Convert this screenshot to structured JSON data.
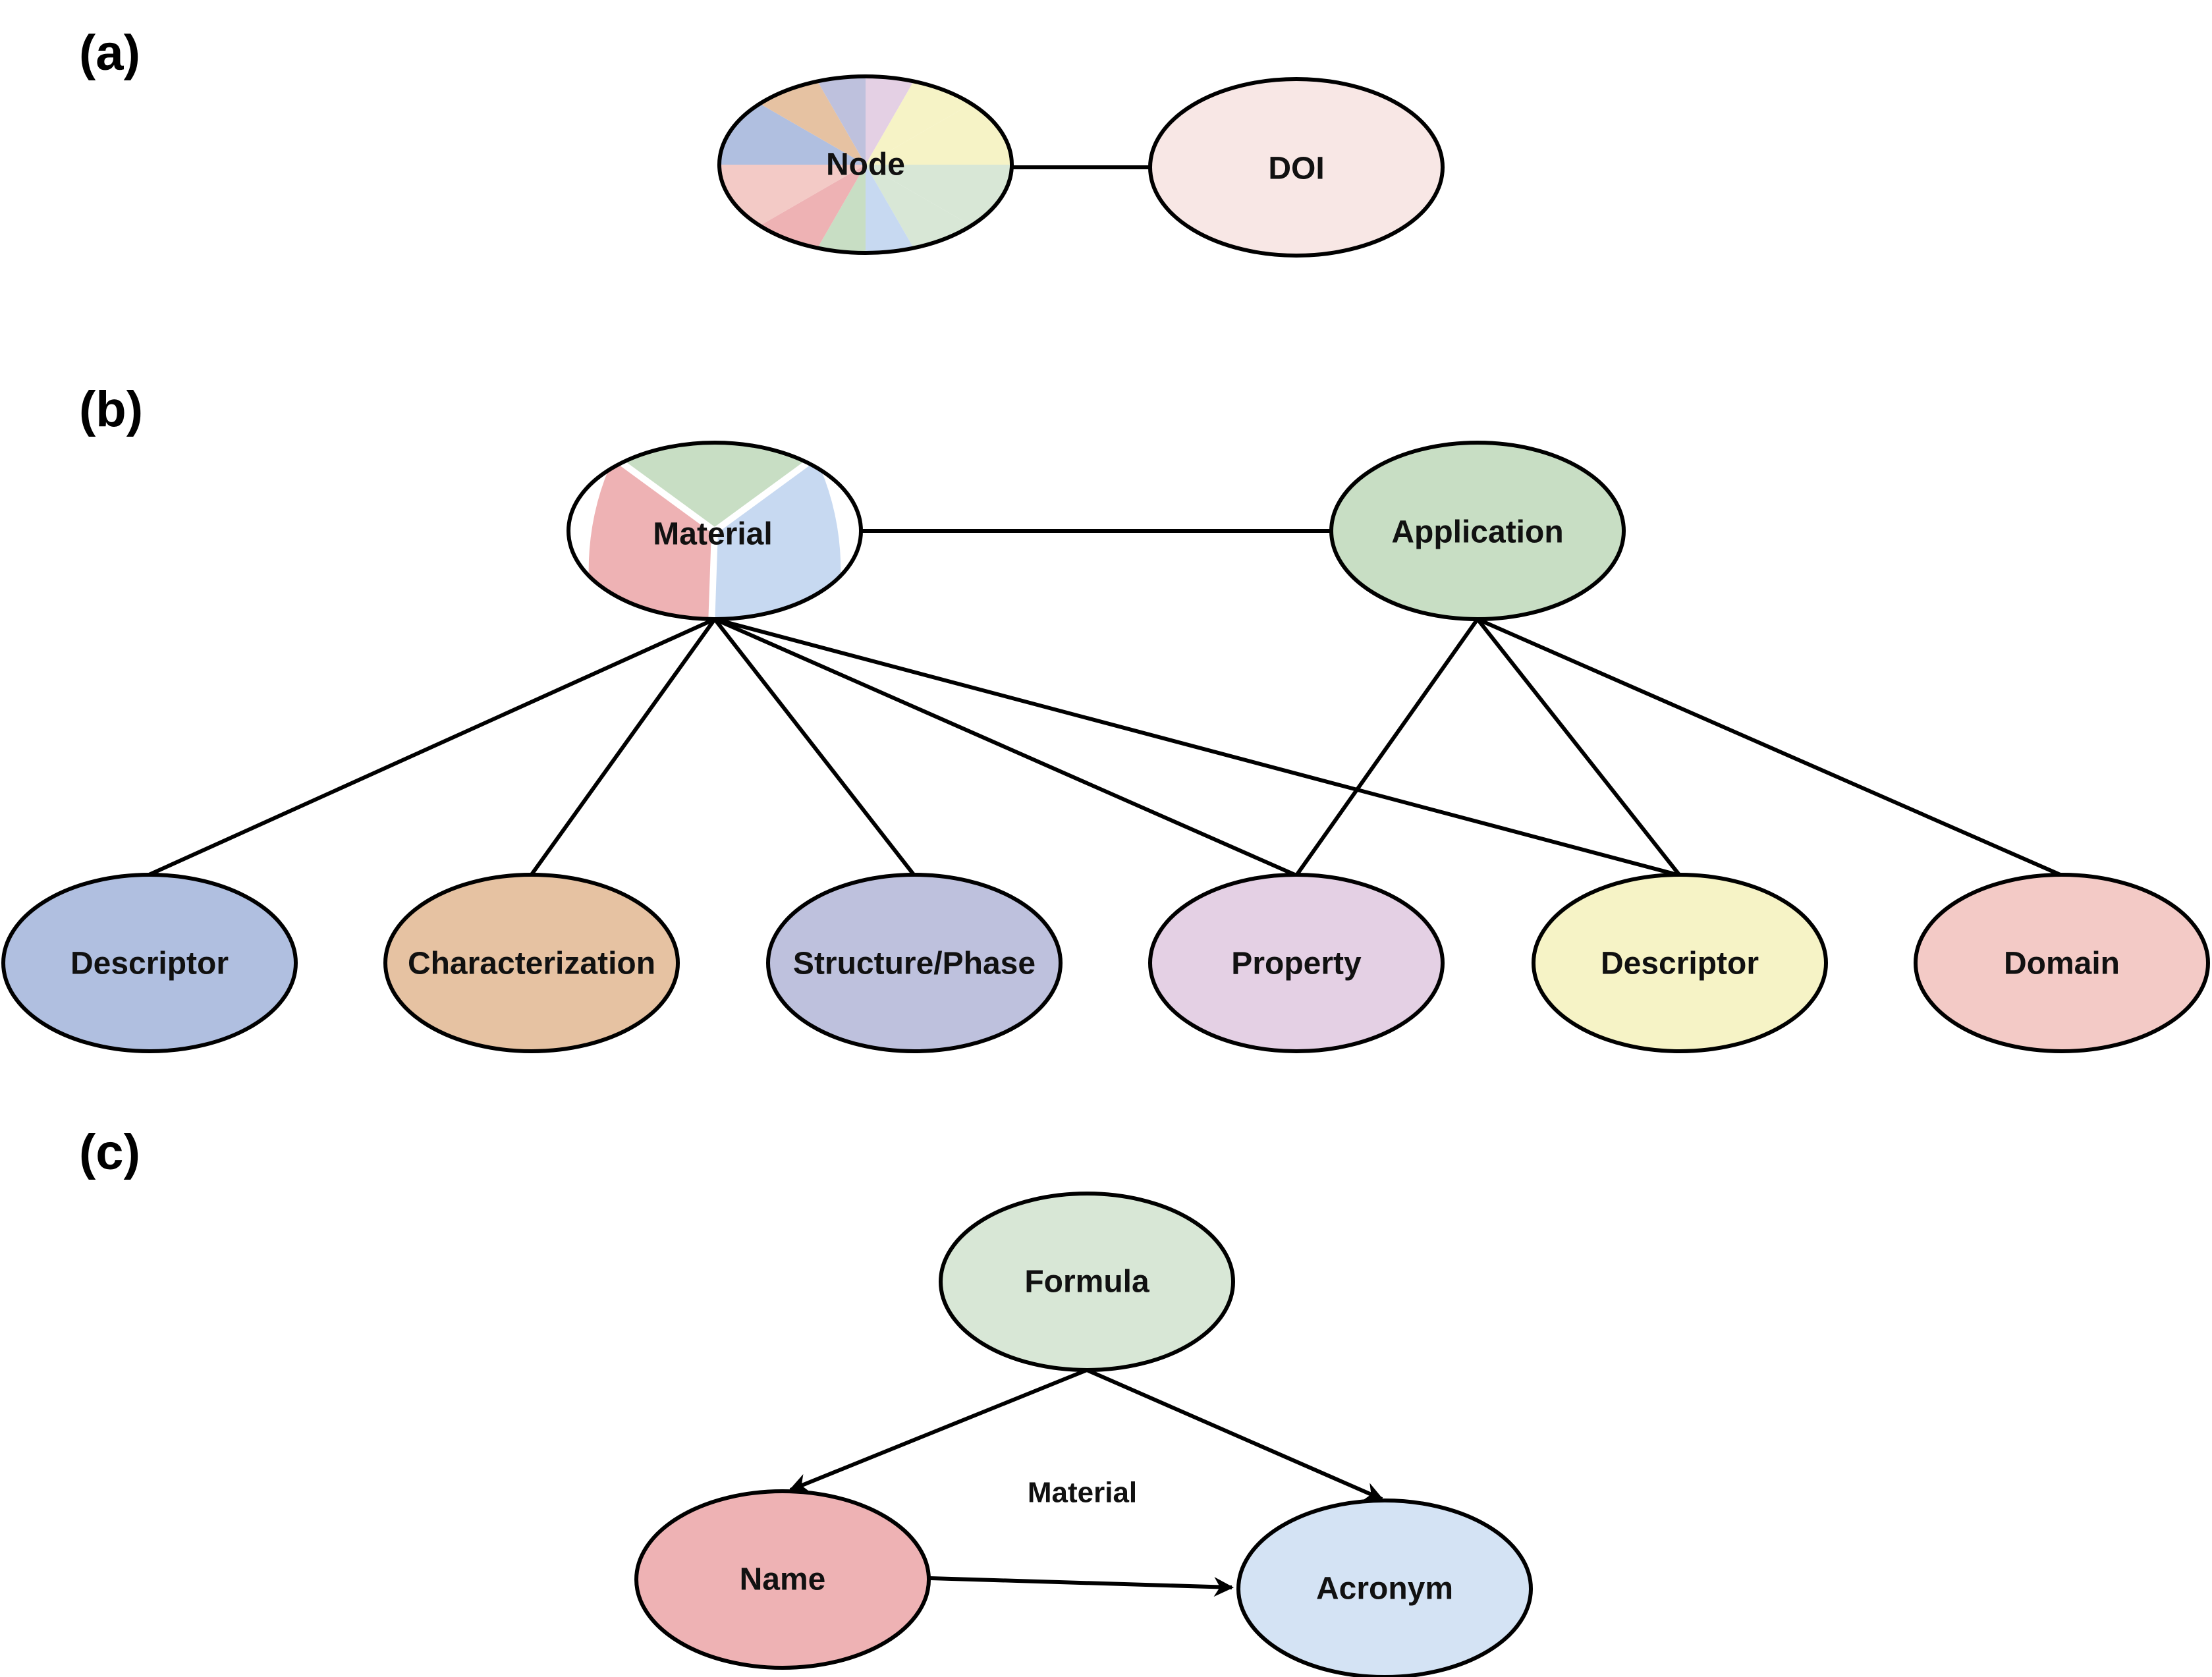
{
  "panels": {
    "a": "(a)",
    "b": "(b)",
    "c": "(c)"
  },
  "colors": {
    "pink_light": "#f8e7e5",
    "blue": "#b0bfe0",
    "orange": "#e6c2a2",
    "purple_grey": "#bec1dd",
    "lilac": "#e4d0e4",
    "yellow": "#f6f3c6",
    "green": "#c8dec4",
    "light_blue": "#c7d9f1",
    "red": "#eeb2b4",
    "salmon": "#f3cac6",
    "green_pale": "#d8e7d6",
    "blue_pale": "#d4e3f4"
  },
  "panel_a": {
    "node": "Node",
    "doi": "DOI"
  },
  "panel_b": {
    "material": "Material",
    "application": "Application",
    "descriptor_1": "Descriptor",
    "characterization": "Characterization",
    "structure_phase": "Structure/Phase",
    "property": "Property",
    "descriptor_2": "Descriptor",
    "domain": "Domain"
  },
  "panel_c": {
    "formula": "Formula",
    "name": "Name",
    "acronym": "Acronym",
    "center_label": "Material"
  }
}
